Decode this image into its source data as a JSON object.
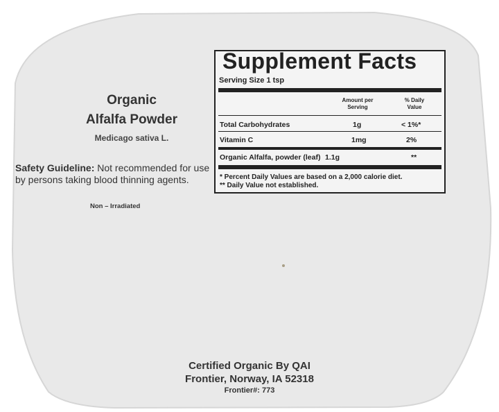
{
  "product": {
    "line1": "Organic",
    "line2": "Alfalfa Powder",
    "latin_name": "Medicago sativa L."
  },
  "safety": {
    "heading": "Safety Guideline:",
    "text": " Not recommended for use by persons taking blood thinning agents."
  },
  "non_irradiated": "Non – Irradiated",
  "supplement_facts": {
    "title": "Supplement Facts",
    "serving_size": "Serving Size 1 tsp",
    "col_amount": "Amount per Serving",
    "col_dv": "% Daily Value",
    "rows": [
      {
        "name": "Total Carbohydrates",
        "amount": "1g",
        "dv": "< 1%*"
      },
      {
        "name": "Vitamin C",
        "amount": "1mg",
        "dv": "2%"
      },
      {
        "name": "Organic Alfalfa, powder (leaf)",
        "amount": "1.1g",
        "dv": "**"
      }
    ],
    "footnote1": "* Percent Daily Values are based on a 2,000 calorie diet.",
    "footnote2": "** Daily Value not established."
  },
  "certification": "Certified Organic By QAI",
  "manufacturer": "Frontier, Norway, IA 52318",
  "frontier_number": "Frontier#: 773",
  "colors": {
    "label_fill": "#e9e9e9",
    "label_edge": "#d2d2d2",
    "text": "#2a2a2a"
  }
}
